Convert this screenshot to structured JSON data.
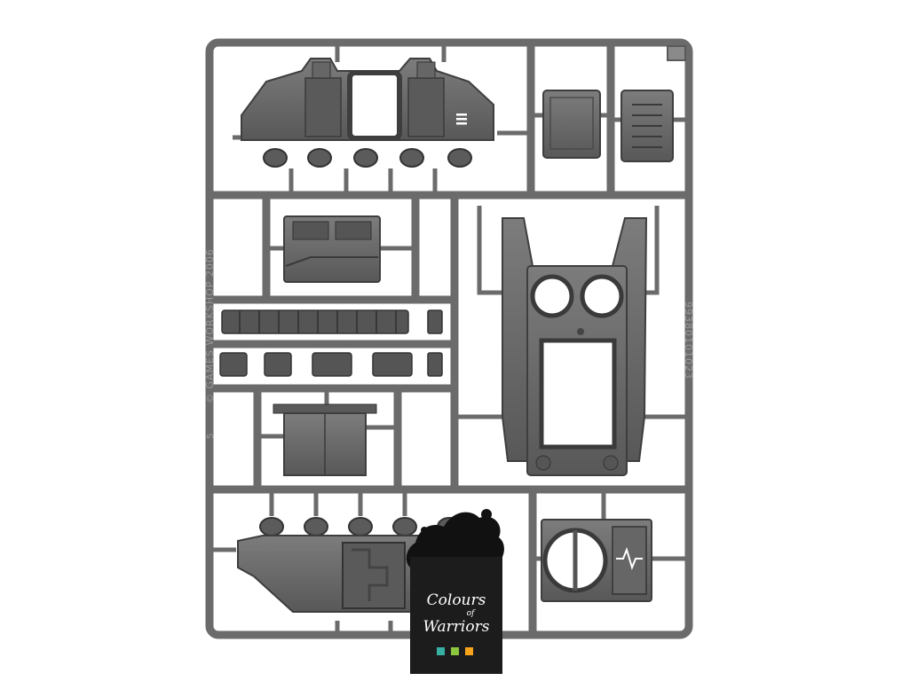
{
  "photo": {
    "subject": "Plastic model kit sprue (frame of unpainted tank parts)"
  },
  "sprue": {
    "copyright_text": "© GAMES WORKSHOP 2006",
    "part_code_text": "99380101023",
    "edge_code_text": "5",
    "colors": {
      "plastic": "#6e6e6e",
      "plastic_light": "#8a8a8a",
      "plastic_dark": "#4a4a4a",
      "shadow": "#3a3a3a"
    }
  },
  "watermark": {
    "line1": "Colours",
    "line2": "of",
    "line3": "Warriors",
    "swatches": [
      "#35b0a3",
      "#8cc63f",
      "#f7a31c"
    ],
    "background": "#1c1c1c"
  }
}
